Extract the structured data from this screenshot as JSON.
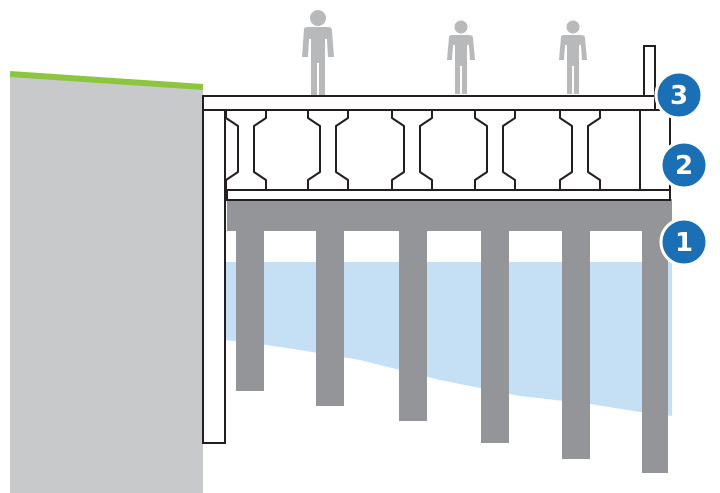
{
  "labels": [
    {
      "key": "substructure",
      "number": "1"
    },
    {
      "key": "beams",
      "number": "2"
    },
    {
      "key": "deck",
      "number": "3"
    }
  ],
  "figures": 3,
  "colors": {
    "badge": "#1a6fb5",
    "pier": "#939598",
    "ground": "#c8c9cb",
    "grass": "#8cc63f",
    "water": "#c5e0f4",
    "outline": "#231f20",
    "person": "#b8b9bb"
  }
}
